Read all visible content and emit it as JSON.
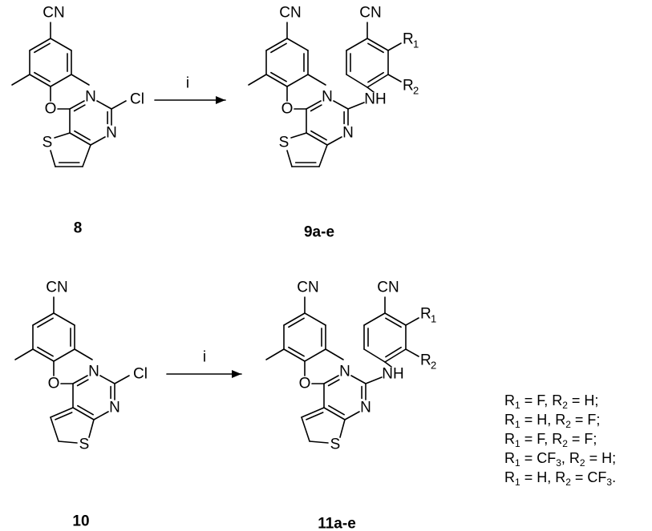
{
  "atoms": {
    "cn": "CN",
    "o": "O",
    "n": "N",
    "cl": "Cl",
    "s": "S",
    "nh": "NH",
    "r": "R",
    "sub1": "1",
    "sub2": "2"
  },
  "reactions": [
    {
      "start_label": "8",
      "product_label": "9a-e",
      "reagent": "i"
    },
    {
      "start_label": "10",
      "product_label": "11a-e",
      "reagent": "i"
    }
  ],
  "substituents": [
    {
      "r1": "F",
      "r2": "H",
      "end": ";"
    },
    {
      "r1": "H",
      "r2": "F",
      "end": ";"
    },
    {
      "r1": "F",
      "r2": "F",
      "end": ";"
    },
    {
      "r1": "CF",
      "r1_sub": "3",
      "r2": "H",
      "end": ";"
    },
    {
      "r1": "H",
      "r2": "CF",
      "r2_sub": "3",
      "end": "."
    }
  ]
}
